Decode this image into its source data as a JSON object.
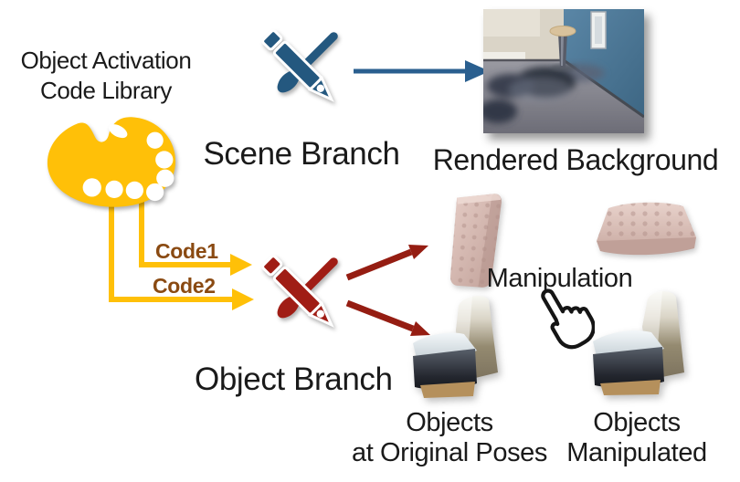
{
  "diagram": {
    "library": {
      "label_line1": "Object Activation",
      "label_line2": "Code Library",
      "icon": "palette-icon"
    },
    "codes": {
      "code1_label": "Code1",
      "code2_label": "Code2"
    },
    "scene_branch": {
      "label": "Scene Branch",
      "icon": "paint-tools-icon",
      "output_label": "Rendered Background",
      "output_image": "rendered-background-room-corner"
    },
    "object_branch": {
      "label": "Object Branch",
      "icon": "paint-tools-icon",
      "outputs": {
        "original": {
          "caption_line1": "Objects",
          "caption_line2": "at Original Poses"
        },
        "manipulated": {
          "caption_line1": "Objects",
          "caption_line2": "Manipulated"
        }
      }
    },
    "manipulation": {
      "label": "Manipulation",
      "icon": "hand-cursor-icon"
    },
    "colors": {
      "palette_gold": "#FFC008",
      "scene_blue": "#24587F",
      "object_red": "#A01D15",
      "arrow_red": "#951D12",
      "code_text_brown": "#8A4A12",
      "text_black": "#1A1A1A"
    }
  }
}
